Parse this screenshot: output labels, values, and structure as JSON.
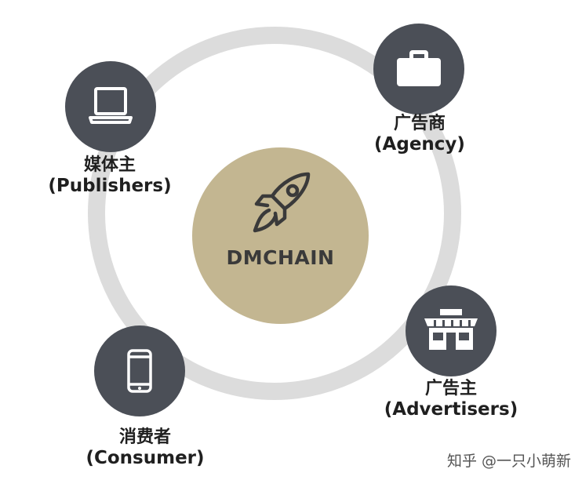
{
  "center": {
    "label": "DMCHAIN",
    "icon": "rocket-icon",
    "color": "#c3b691"
  },
  "nodes": {
    "publishers": {
      "cn": "媒体主",
      "en": "(Publishers)",
      "icon": "laptop-icon"
    },
    "agency": {
      "cn": "广告商",
      "en": "(Agency)",
      "icon": "briefcase-icon"
    },
    "advertisers": {
      "cn": "广告主",
      "en": "(Advertisers)",
      "icon": "storefront-icon"
    },
    "consumer": {
      "cn": "消费者",
      "en": "(Consumer)",
      "icon": "smartphone-icon"
    }
  },
  "watermark": "知乎 @一只小萌新",
  "colors": {
    "ring": "#dcdcdc",
    "node": "#4b4f57",
    "icon": "#ffffff",
    "center": "#c3b691"
  }
}
